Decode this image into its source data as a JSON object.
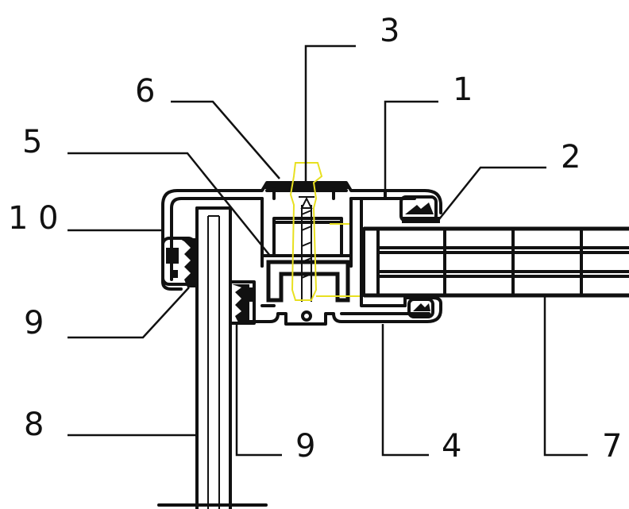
{
  "diagram": {
    "labels": {
      "l1": "1",
      "l2": "2",
      "l3": "3",
      "l4": "4",
      "l5": "5",
      "l6": "6",
      "l7": "7",
      "l8": "8",
      "l9a": "9",
      "l9b": "9",
      "l10": "1 0"
    },
    "colors": {
      "line": "#111111",
      "highlight": "#e8e020",
      "background": "#ffffff"
    }
  }
}
